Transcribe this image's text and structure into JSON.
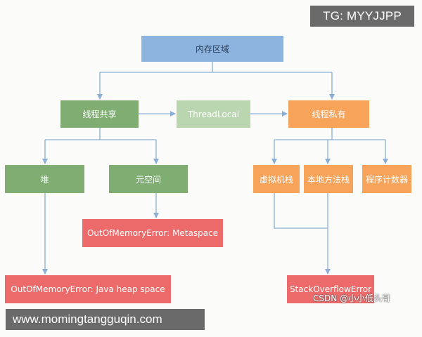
{
  "watermarks": {
    "top": "TG: MYYJJPP",
    "bottom": "www.momingtangguqin.com",
    "csdn": "CSDN @小小低头哥"
  },
  "nodes": {
    "memory_area": "内存区域",
    "thread_shared": "线程共享",
    "thread_local": "ThreadLocal",
    "thread_private": "线程私有",
    "heap": "堆",
    "metaspace": "元空间",
    "vm_stack": "虚拟机栈",
    "native_method_stack": "本地方法栈",
    "program_counter": "程序计数器",
    "oom_metaspace": "OutOfMemoryError: Metaspace",
    "oom_heap": "OutOfMemoryError: Java heap space",
    "stack_overflow": "StackOverflowError"
  },
  "colors": {
    "root": "#8cb4df",
    "shared": "#7fad72",
    "thread_local": "#b9d6b0",
    "private": "#f7a35a",
    "error": "#ec6a6a",
    "connector": "#8aaed6"
  }
}
